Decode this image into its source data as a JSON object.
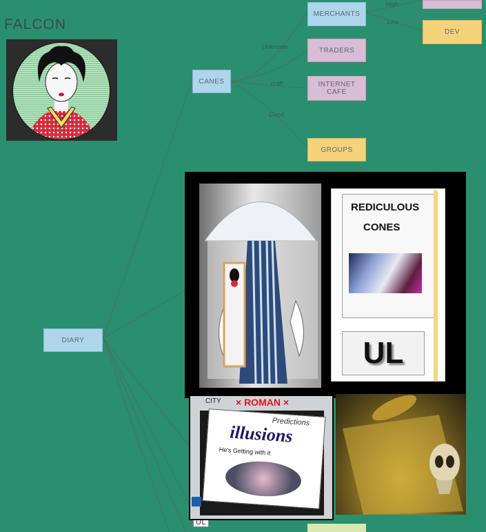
{
  "title": "FALCON",
  "nodes": {
    "diary": "DIARY",
    "canes": "CANES",
    "merchants": "MERCHANTS",
    "traders": "TRADERS",
    "internet_cafe": "INTERNET CAFE",
    "groups": "GROUPS",
    "dev": "DEV",
    "ul_small": "UL"
  },
  "edge_labels": {
    "high": "High",
    "low": "Low",
    "unknown": "Unknown",
    "craft": "craft",
    "good": "Good"
  },
  "poster": {
    "heading_line1": "REDICULOUS",
    "heading_line2": "CONES",
    "bottom_text": "UL"
  },
  "cover": {
    "city": "CITY",
    "roman": "× ROMAN ×",
    "predictions": "Predictions",
    "headline": "illusions",
    "tagline": "He's Getting with it"
  },
  "colors": {
    "background": "#2a8f6f",
    "node_blue": "#aed5ec",
    "node_pink": "#d9bcd6",
    "node_yellow": "#f6d37a"
  }
}
